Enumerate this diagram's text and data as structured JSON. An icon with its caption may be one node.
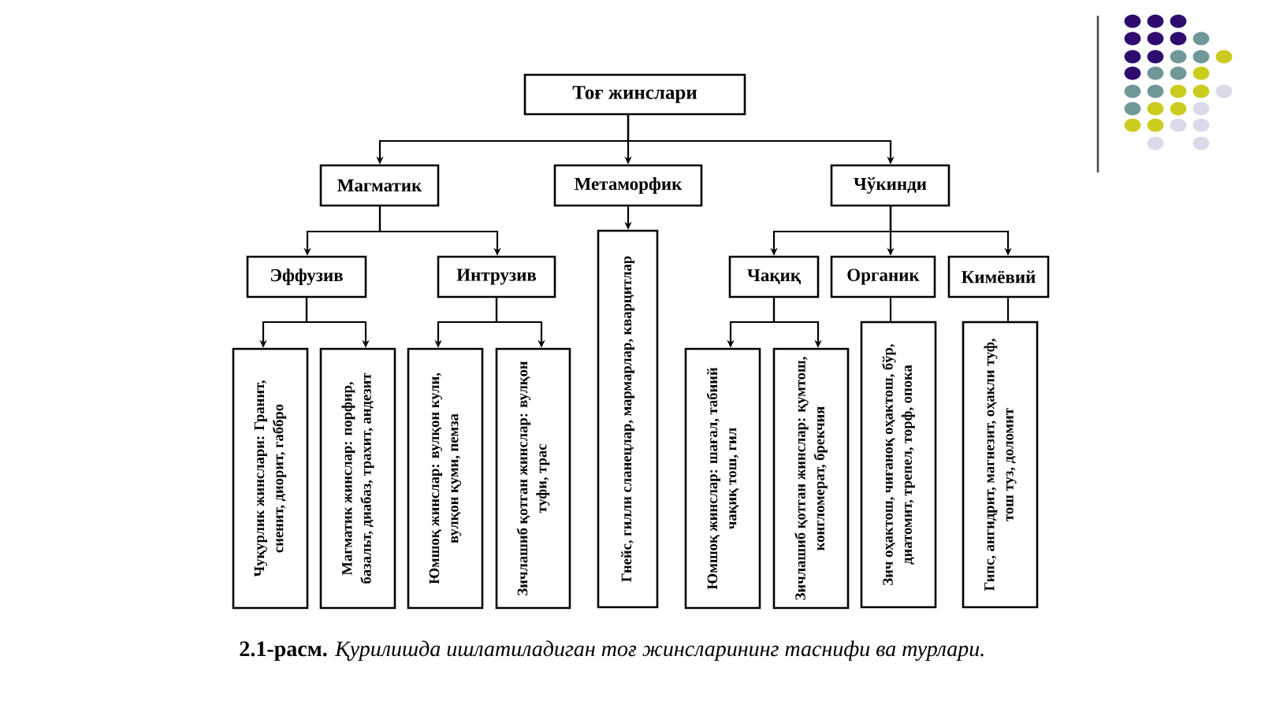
{
  "diagram": {
    "caption": "**2.1-расм.** *Қурилишда ишлатиладиган тоғ жинсларининг таснифи ва турлари.*",
    "nodes": [
      {
        "text": [
          "Тоғ жинслари"
        ]
      },
      {
        "text": [
          "Магматик"
        ]
      },
      {
        "text": [
          "Метаморфик"
        ]
      },
      {
        "text": [
          "Чўкинди"
        ]
      },
      {
        "text": [
          "Эффузив"
        ]
      },
      {
        "text": [
          "Интрузив"
        ]
      },
      {
        "text": [
          "Гнейс, гилли сланецлар, мармарлар, кварцитлар"
        ]
      },
      {
        "text": [
          "Чақиқ"
        ]
      },
      {
        "text": [
          "Органик"
        ]
      },
      {
        "text": [
          "Кимёвий"
        ]
      },
      {
        "text": [
          "Чуқурлик жинслари: Гранит, сиенит, диорит, габбро"
        ]
      },
      {
        "text": [
          "Магматик жинслар: порфир, базальт, диабаз, трахит, андезит"
        ]
      },
      {
        "text": [
          "Юмшоқ жинслар: вулқон кули, вулқон қуми, пемза"
        ]
      },
      {
        "text": [
          "Зичлашиб қотган жинслар: вулқон туфи, трас"
        ]
      },
      {
        "text": [
          "Юмшоқ жинслар: шағал, табиий чақиқ тош, гил"
        ]
      },
      {
        "text": [
          "Зичлашиб қотган жинслар: қумтош, конгломерат, брекчия"
        ]
      },
      {
        "text": [
          "Зич оҳактош, чиғаноқ оҳактош, бўр, диатомит, трепел, торф, опока"
        ]
      },
      {
        "text": [
          "Гипс, ангидрит, магнезит, оҳакли туф, тош туз, доломит"
        ]
      }
    ],
    "edges": [
      {
        "from": 0,
        "to": 1,
        "arrow": "to"
      },
      {
        "from": 0,
        "to": 2,
        "arrow": "to"
      },
      {
        "from": 0,
        "to": 3,
        "arrow": "to"
      },
      {
        "from": 1,
        "to": 4,
        "arrow": "to"
      },
      {
        "from": 1,
        "to": 5,
        "arrow": "to"
      },
      {
        "from": 2,
        "to": 6,
        "arrow": "to"
      },
      {
        "from": 3,
        "to": 7,
        "arrow": "to"
      },
      {
        "from": 3,
        "to": 8,
        "arrow": "to"
      },
      {
        "from": 3,
        "to": 9,
        "arrow": "to"
      },
      {
        "from": 4,
        "to": 10,
        "arrow": "to"
      },
      {
        "from": 4,
        "to": 11,
        "arrow": "to"
      },
      {
        "from": 5,
        "to": 12,
        "arrow": "to"
      },
      {
        "from": 5,
        "to": 13,
        "arrow": "to"
      },
      {
        "from": 7,
        "to": 14,
        "arrow": "to"
      },
      {
        "from": 7,
        "to": 15,
        "arrow": "to"
      },
      {
        "from": 8,
        "to": 16,
        "arrow": "none"
      },
      {
        "from": 9,
        "to": 17,
        "arrow": "none"
      }
    ]
  }
}
